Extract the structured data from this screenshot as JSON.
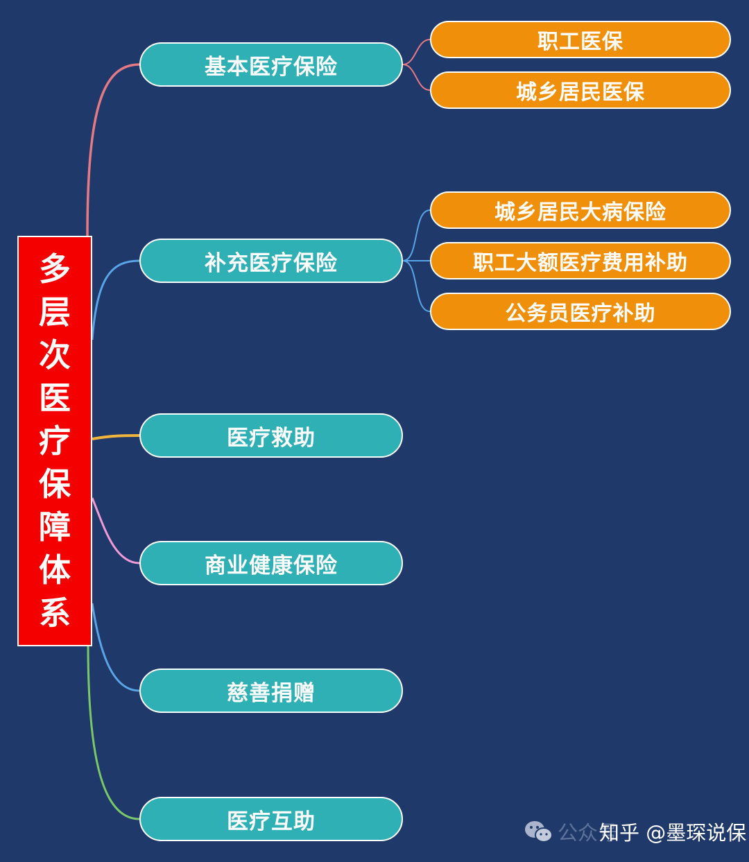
{
  "root": {
    "label": "多层次医疗保障体系",
    "color": "#f50000"
  },
  "branches": [
    {
      "label": "基本医疗保险",
      "line_color": "#e57a85",
      "children": [
        "职工医保",
        "城乡居民医保"
      ]
    },
    {
      "label": "补充医疗保险",
      "line_color": "#5aa5e8",
      "children": [
        "城乡居民大病保险",
        "职工大额医疗费用补助",
        "公务员医疗补助"
      ]
    },
    {
      "label": "医疗救助",
      "line_color": "#f2b53b",
      "children": []
    },
    {
      "label": "商业健康保险",
      "line_color": "#f29ad6",
      "children": []
    },
    {
      "label": "慈善捐赠",
      "line_color": "#5aa5e8",
      "children": []
    },
    {
      "label": "医疗互助",
      "line_color": "#7bc86a",
      "children": []
    }
  ],
  "colors": {
    "background": "#1f3a6a",
    "branch_node": "#2eb0b5",
    "leaf_node": "#f0900a"
  },
  "watermark": {
    "icon": "wechat-icon",
    "ghost": "公众号",
    "text": "知乎 @墨琛说保"
  }
}
